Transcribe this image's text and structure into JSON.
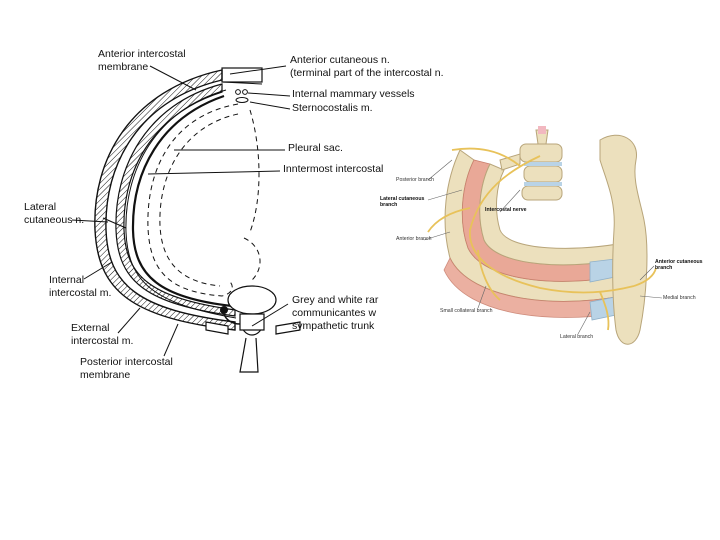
{
  "left_diagram": {
    "labels": {
      "anterior_intercostal_membrane": [
        "Anterior intercostal",
        "membrane"
      ],
      "anterior_cutaneous_n": [
        "Anterior cutaneous n.",
        "(terminal part of the intercostal n."
      ],
      "internal_mammary_vessels": "Internal mammary vessels",
      "sternocostalis_m": "Sternocostalis m.",
      "pleural_sac": "Pleural sac.",
      "innermost_intercostal": "Inntermost intercostal",
      "lateral_cutaneous_n": [
        "Lateral",
        "cutaneous n."
      ],
      "internal_intercostal_m": [
        "Internal",
        "intercostal m."
      ],
      "external_intercostal_m": [
        "External",
        "intercostal m."
      ],
      "posterior_intercostal_membrane": [
        "Posterior intercostal",
        "membrane"
      ],
      "grey_white_rami": [
        "Grey and white rar",
        "communicantes w",
        "sympathetic trunk"
      ]
    }
  },
  "right_illustration": {
    "labels": {
      "posterior_branch": "Posterior branch",
      "lateral_cutaneous_branch": [
        "Lateral cutaneous",
        "branch"
      ],
      "intercostal_nerve": "Intercostal nerve",
      "anterior_branch": "Anterior branch",
      "small_collateral_branch": "Small collateral branch",
      "lateral_branch": "Lateral branch",
      "anterior_cutaneous_branch": [
        "Anterior cutaneous",
        "branch"
      ],
      "medial_branch": "Medial branch"
    },
    "colors": {
      "bone": "#ece0bd",
      "bone_edge": "#b8a57a",
      "muscle": "#e9a897",
      "nerve": "#e8c25a",
      "cartilage": "#b9d3e6"
    }
  }
}
